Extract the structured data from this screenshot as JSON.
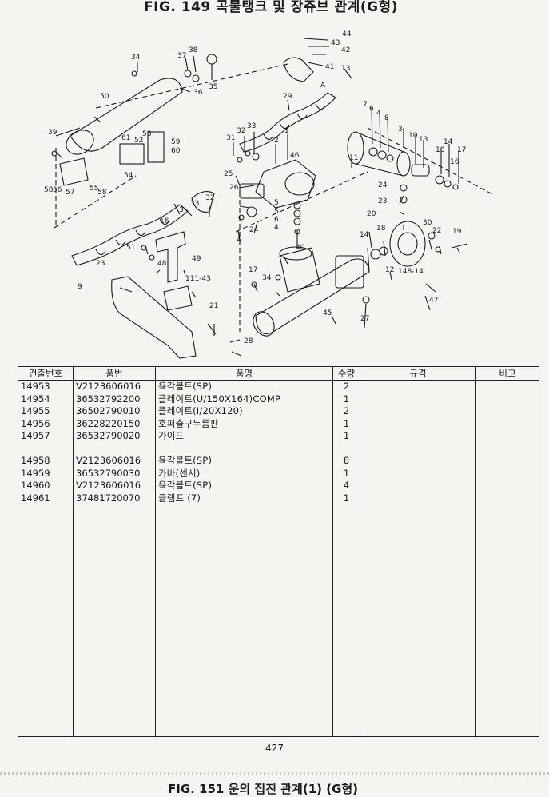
{
  "page": {
    "title": "FIG. 149 곡물탱크 및 장쥬브 관계(G형)",
    "page_number": "427",
    "next_title": "FIG. 151 운의 집진 관계(1) (G형)"
  },
  "table": {
    "headers": {
      "no": "건출번호",
      "part_no": "품번",
      "name": "품명",
      "qty": "수량",
      "spec": "규격",
      "note": "비고"
    },
    "rows": [
      {
        "no": "14953",
        "part_no": "V2123606016",
        "name": "육각볼트(SP)",
        "qty": "2"
      },
      {
        "no": "14954",
        "part_no": "36532792200",
        "name": "플레이트(U/150X164)COMP",
        "qty": "1"
      },
      {
        "no": "14955",
        "part_no": "36502790010",
        "name": "플레이트(I/20X120)",
        "qty": "2"
      },
      {
        "no": "14956",
        "part_no": "36228220150",
        "name": "호퍼출구누름판",
        "qty": "1"
      },
      {
        "no": "14957",
        "part_no": "36532790020",
        "name": "가이드",
        "qty": "1"
      },
      {
        "no": "",
        "part_no": "",
        "name": "",
        "qty": ""
      },
      {
        "no": "14958",
        "part_no": "V2123606016",
        "name": "육각볼트(SP)",
        "qty": "8"
      },
      {
        "no": "14959",
        "part_no": "36532790030",
        "name": "카바(센서)",
        "qty": "1"
      },
      {
        "no": "14960",
        "part_no": "V2123606016",
        "name": "육각볼트(SP)",
        "qty": "4"
      },
      {
        "no": "14961",
        "part_no": "37481720070",
        "name": "클램프 (7)",
        "qty": "1"
      }
    ]
  },
  "diagram": {
    "labels": [
      "44",
      "43",
      "42",
      "41",
      "A",
      "13",
      "34",
      "37",
      "38",
      "36",
      "35",
      "50",
      "29",
      "7",
      "6",
      "4",
      "8",
      "3",
      "10",
      "13",
      "14",
      "18",
      "17",
      "16",
      "11",
      "39",
      "32",
      "33",
      "31",
      "2",
      "1",
      "61",
      "52",
      "53",
      "59",
      "60",
      "54",
      "58",
      "56",
      "57",
      "55",
      "58",
      "25",
      "26",
      "24",
      "23",
      "5",
      "5",
      "6",
      "4",
      "8",
      "3",
      "33",
      "32",
      "30",
      "22",
      "19",
      "20",
      "14",
      "18",
      "16",
      "A",
      "24",
      "23",
      "51",
      "48",
      "49",
      "40",
      "148-14",
      "12",
      "17",
      "34",
      "9",
      "111-43",
      "47",
      "21",
      "45",
      "27",
      "28",
      "46",
      "1"
    ]
  }
}
